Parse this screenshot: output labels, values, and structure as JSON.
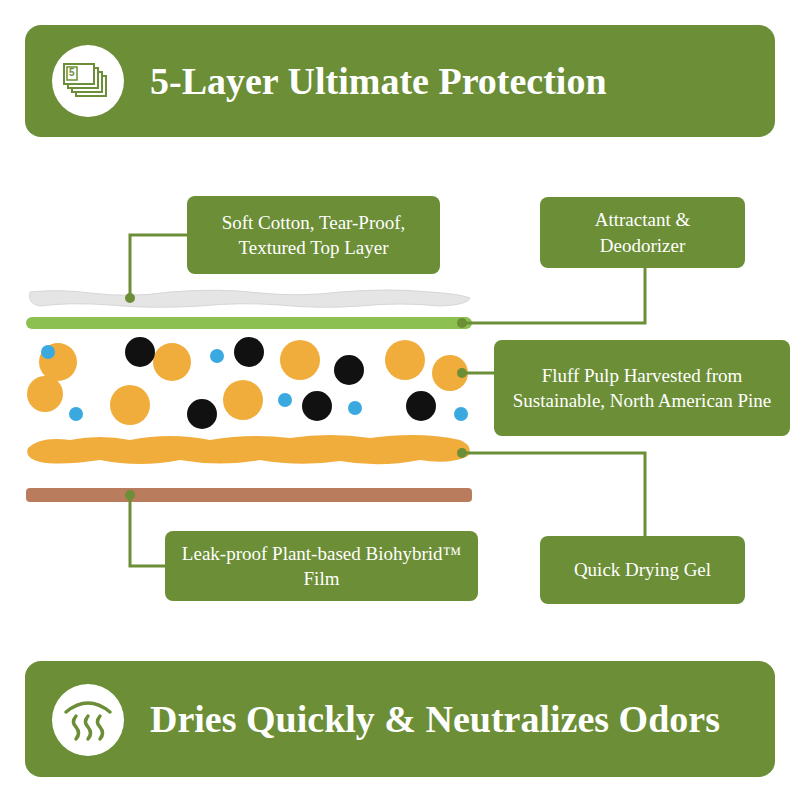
{
  "diagram": {
    "title": "5-Layer Ultimate Protection",
    "caption": "Dries Quickly & Neutralizes Odors",
    "nodes": [
      {
        "text": [
          "Soft Cotton, Tear-Proof, Textured Top Layer"
        ]
      },
      {
        "text": [
          "Attractant & Deodorizer"
        ]
      },
      {
        "text": [
          "Fluff Pulp Harvested from Sustainable, North American Pine"
        ]
      },
      {
        "text": [
          "Leak-proof Plant-based Biohybrid™ Film"
        ]
      },
      {
        "text": [
          "Quick Drying Gel"
        ]
      }
    ],
    "labels": [
      "5"
    ]
  }
}
